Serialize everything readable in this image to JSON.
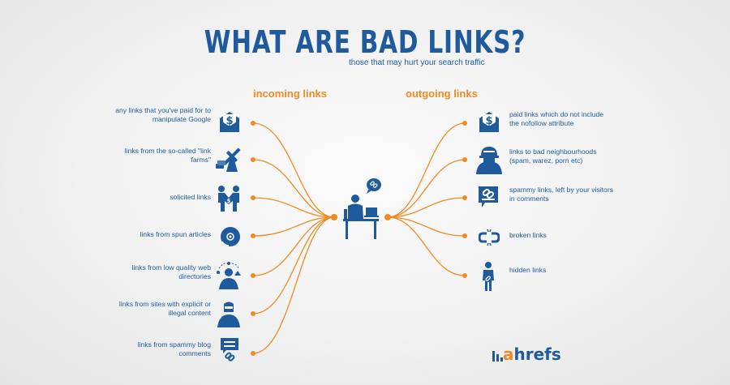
{
  "title": "WHAT ARE BAD LINKS?",
  "subtitle": "those that may hurt your search traffic",
  "incoming_heading": "incoming links",
  "outgoing_heading": "outgoing links",
  "colors": {
    "brand_blue": "#1e5a9c",
    "accent_orange": "#f08a24"
  },
  "incoming": [
    {
      "label": "any links that you've paid for to manipulate Google",
      "icon": "dollar-envelope-icon"
    },
    {
      "label": "links from the so-called \"link farms\"",
      "icon": "windmill-icon"
    },
    {
      "label": "solicited links",
      "icon": "handshake-icon"
    },
    {
      "label": "links from spun articles",
      "icon": "spinning-disc-icon"
    },
    {
      "label": "links from low quality web directories",
      "icon": "juggling-person-icon"
    },
    {
      "label": "links from sites with explicit or illegal content",
      "icon": "masked-person-icon"
    },
    {
      "label": "links from spammy blog comments",
      "icon": "comment-link-icon"
    }
  ],
  "outgoing": [
    {
      "label": "paid links which do not include the nofollow attribute",
      "icon": "dollar-envelope-icon"
    },
    {
      "label": "links to bad neighbourhoods (spam, warez, porn etc)",
      "icon": "hooded-person-icon"
    },
    {
      "label": "spammy links, left by your visitors in comments",
      "icon": "comment-link-icon"
    },
    {
      "label": "broken links",
      "icon": "broken-link-icon"
    },
    {
      "label": "hidden links",
      "icon": "hiding-person-icon"
    }
  ],
  "center_icon": "person-at-desk-icon",
  "logo_text": {
    "first": "a",
    "rest": "hrefs"
  }
}
